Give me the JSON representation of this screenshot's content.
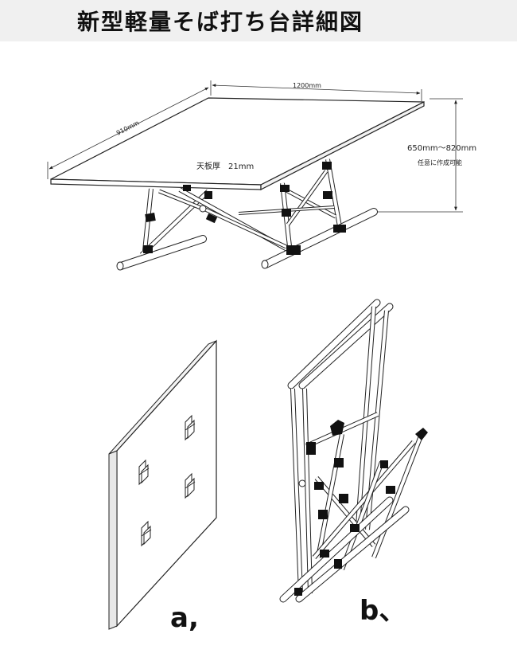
{
  "title": "新型軽量そば打ち台詳細図",
  "top_drawing": {
    "width_dim": "1200mm",
    "depth_dim": "910mm",
    "thickness_label": "天板厚　21mm",
    "height_dim": "650mm～820mm",
    "height_note": "任意に作成可能"
  },
  "bottom_drawings": {
    "label_a": "a,",
    "label_b": "b、"
  }
}
